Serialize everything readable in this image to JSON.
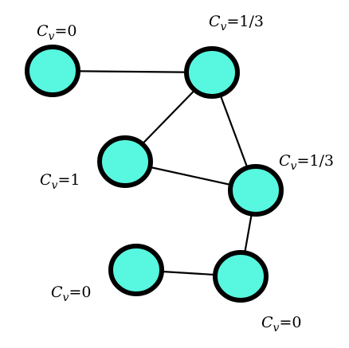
{
  "colors": {
    "node_fill": "#57f7e0",
    "node_stroke": "#000000",
    "edge": "#000000"
  },
  "symbol": {
    "letter": "C",
    "subscript": "v"
  },
  "nodes": [
    {
      "id": "n1",
      "value": "0"
    },
    {
      "id": "n2",
      "value": "1/3"
    },
    {
      "id": "n3",
      "value": "1"
    },
    {
      "id": "n4",
      "value": "1/3"
    },
    {
      "id": "n5",
      "value": "0"
    },
    {
      "id": "n6",
      "value": "0"
    }
  ],
  "edges": [
    [
      "n1",
      "n2"
    ],
    [
      "n2",
      "n3"
    ],
    [
      "n2",
      "n4"
    ],
    [
      "n3",
      "n4"
    ],
    [
      "n4",
      "n6"
    ],
    [
      "n5",
      "n6"
    ]
  ]
}
